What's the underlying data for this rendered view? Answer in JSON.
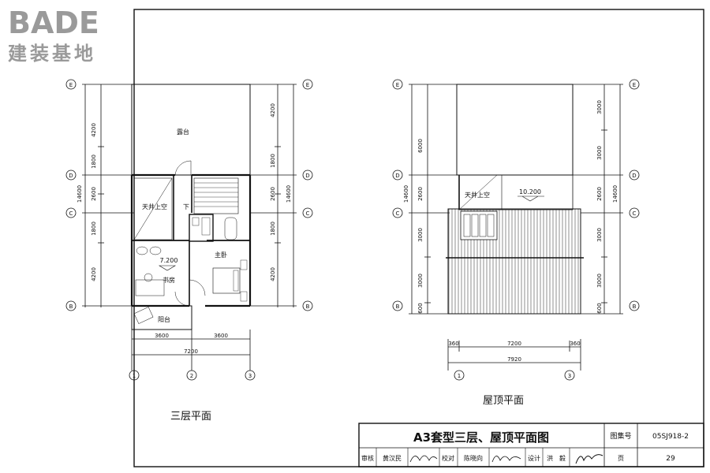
{
  "logo": {
    "brand": "BADE",
    "subtitle": "建装基地"
  },
  "plan_left": {
    "caption": "三层平面",
    "rooms": {
      "terrace": "露台",
      "skylight": "天井上空",
      "down": "下",
      "study": "书房",
      "master": "主卧",
      "balcony": "阳台"
    },
    "elevation": "7.200",
    "left_dims": [
      "4200",
      "1800",
      "2600",
      "1800",
      "4200"
    ],
    "right_dims": [
      "4200",
      "1800",
      "2600",
      "1800",
      "4200"
    ],
    "total_left": "14600",
    "total_right": "14600",
    "bottom_dims": [
      "3600",
      "3600"
    ],
    "bottom_total": "7200",
    "grid_rows": [
      "E",
      "D",
      "C",
      "B"
    ],
    "grid_cols": [
      "1",
      "2",
      "3"
    ]
  },
  "plan_right": {
    "caption": "屋顶平面",
    "rooms": {
      "skylight": "天井上空"
    },
    "elevation": "10.200",
    "left_dims": [
      "6000",
      "2600",
      "3000",
      "3000",
      "600"
    ],
    "right_dims": [
      "3000",
      "3000",
      "2600",
      "3000",
      "3000",
      "600"
    ],
    "total_left": "14600",
    "total_right": "14600",
    "bottom_dims": [
      "360",
      "7200",
      "360"
    ],
    "bottom_total": "7920",
    "grid_rows": [
      "E",
      "D",
      "C",
      "B"
    ],
    "grid_cols": [
      "1",
      "3"
    ]
  },
  "title_block": {
    "title": "A3套型三层、屋顶平面图",
    "atlas_label": "图集号",
    "atlas_no": "05SJ918-2",
    "review_label": "审核",
    "reviewer": "黄汉民",
    "check_label": "校对",
    "checker": "陈晓向",
    "design_label": "设计",
    "designer": "洪　毅",
    "page_label": "页",
    "page_no": "29"
  }
}
